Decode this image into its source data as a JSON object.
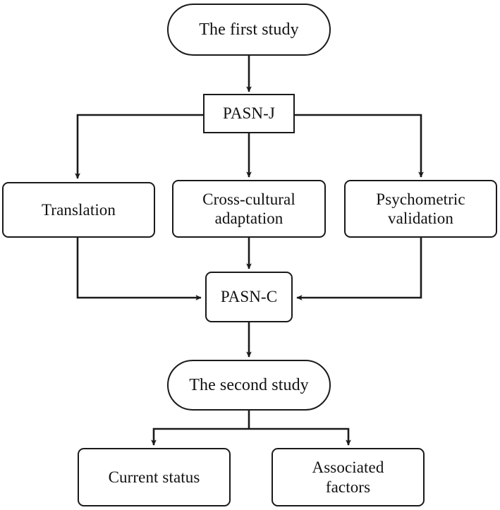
{
  "diagram": {
    "title": "The first study / The second study research flowchart",
    "line_color": "#1a1a1a",
    "node_fill": "#ffffff",
    "nodes": [
      {
        "id": "first-study",
        "label": "The first study",
        "shape": "stadium"
      },
      {
        "id": "pasn-j",
        "label": "PASN-J",
        "shape": "sharp"
      },
      {
        "id": "translation",
        "label": "Translation",
        "shape": "rounded"
      },
      {
        "id": "cross-cultural",
        "label": "Cross-cultural\nadaptation",
        "shape": "rounded"
      },
      {
        "id": "psychometric",
        "label": "Psychometric\nvalidation",
        "shape": "rounded"
      },
      {
        "id": "pasn-c",
        "label": "PASN-C",
        "shape": "rounded"
      },
      {
        "id": "second-study",
        "label": "The second study",
        "shape": "stadium"
      },
      {
        "id": "current-status",
        "label": "Current status",
        "shape": "rounded"
      },
      {
        "id": "assoc-factors",
        "label": "Associated\nfactors",
        "shape": "rounded"
      }
    ],
    "edges": [
      {
        "from": "first-study",
        "to": "pasn-j",
        "arrow": true,
        "route": "straight-down"
      },
      {
        "from": "pasn-j",
        "to": "translation",
        "arrow": true,
        "route": "left-elbow-down"
      },
      {
        "from": "pasn-j",
        "to": "cross-cultural",
        "arrow": true,
        "route": "straight-down"
      },
      {
        "from": "pasn-j",
        "to": "psychometric",
        "arrow": true,
        "route": "right-elbow-down"
      },
      {
        "from": "translation",
        "to": "pasn-c",
        "arrow": true,
        "route": "down-elbow-right"
      },
      {
        "from": "cross-cultural",
        "to": "pasn-c",
        "arrow": true,
        "route": "straight-down"
      },
      {
        "from": "psychometric",
        "to": "pasn-c",
        "arrow": true,
        "route": "down-elbow-left"
      },
      {
        "from": "pasn-c",
        "to": "second-study",
        "arrow": true,
        "route": "straight-down"
      },
      {
        "from": "second-study",
        "to": "current-status",
        "arrow": true,
        "route": "split-left-down"
      },
      {
        "from": "second-study",
        "to": "assoc-factors",
        "arrow": true,
        "route": "split-right-down"
      }
    ]
  }
}
